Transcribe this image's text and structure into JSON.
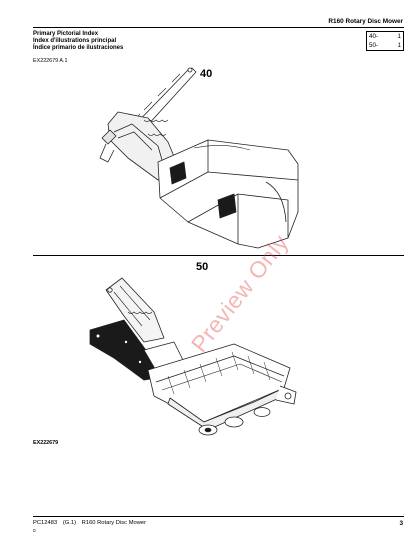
{
  "header": {
    "title": "R160 Rotary Disc Mower",
    "refs": [
      {
        "label": "40-",
        "value": "1"
      },
      {
        "label": "50-",
        "value": "1"
      }
    ]
  },
  "index_heading": {
    "line1": "Primary Pictorial Index",
    "line2": "Index d'illustrations principal",
    "line3": "Índice primario de ilustraciones"
  },
  "top_code": "EX222679  A.1",
  "sections": [
    {
      "number": "40"
    },
    {
      "number": "50"
    }
  ],
  "bottom_code": "EX222679",
  "watermark": "Preview Only",
  "footer": {
    "doc": "PC12483",
    "group": "(G.1)",
    "title": "R160 Rotary Disc Mower",
    "page": "3",
    "small": "0"
  }
}
